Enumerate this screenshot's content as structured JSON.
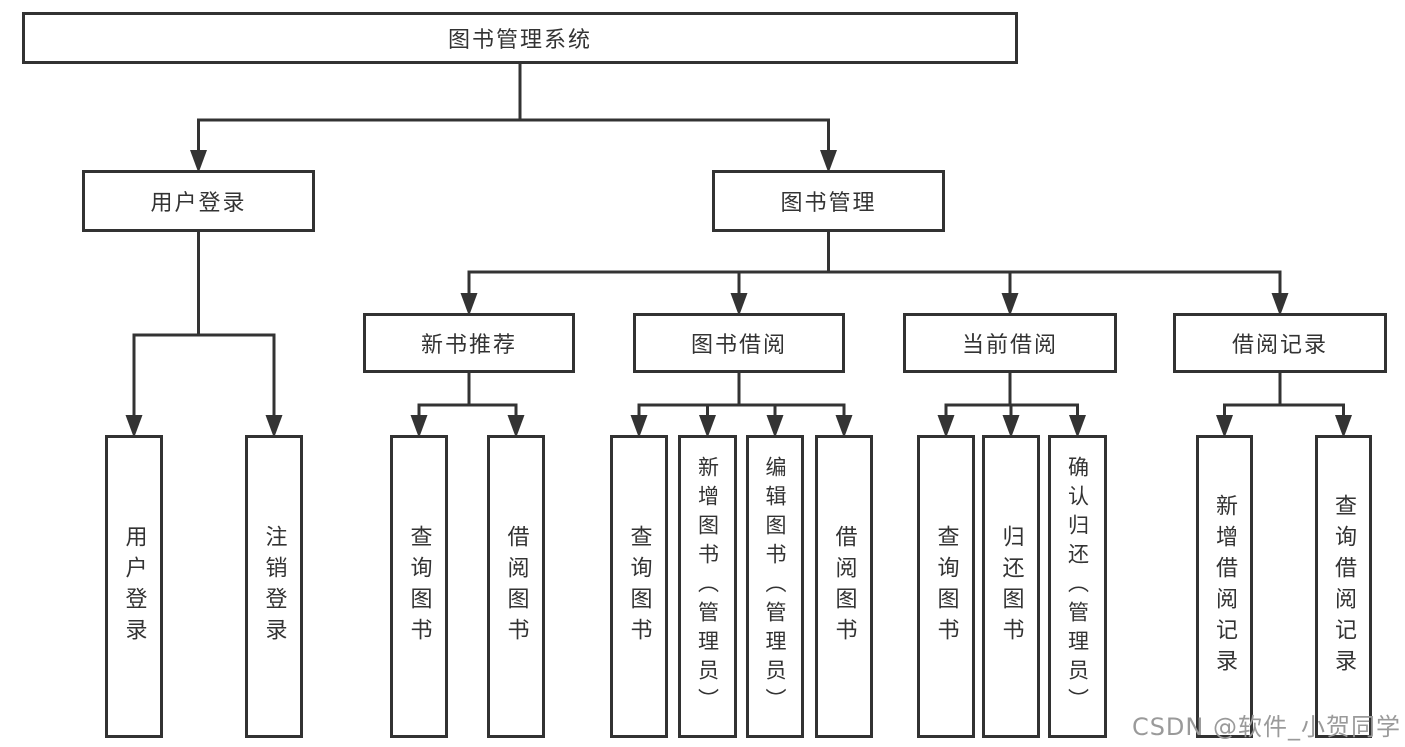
{
  "tree": {
    "label": "图书管理系统",
    "children": [
      {
        "label": "用户登录",
        "children": [
          {
            "label": "用户登录"
          },
          {
            "label": "注销登录"
          }
        ]
      },
      {
        "label": "图书管理",
        "children": [
          {
            "label": "新书推荐",
            "children": [
              {
                "label": "查询图书"
              },
              {
                "label": "借阅图书"
              }
            ]
          },
          {
            "label": "图书借阅",
            "children": [
              {
                "label": "查询图书"
              },
              {
                "label": "新增图书（管理员）"
              },
              {
                "label": "编辑图书（管理员）"
              },
              {
                "label": "借阅图书"
              }
            ]
          },
          {
            "label": "当前借阅",
            "children": [
              {
                "label": "查询图书"
              },
              {
                "label": "归还图书"
              },
              {
                "label": "确认归还（管理员）"
              }
            ]
          },
          {
            "label": "借阅记录",
            "children": [
              {
                "label": "新增借阅记录"
              },
              {
                "label": "查询借阅记录"
              }
            ]
          }
        ]
      }
    ]
  },
  "colors": {
    "line": "#333333",
    "text": "#333333",
    "background": "#ffffff",
    "watermark": "#9a9a9a"
  },
  "watermark": {
    "text": "CSDN @软件_小贺同学"
  }
}
